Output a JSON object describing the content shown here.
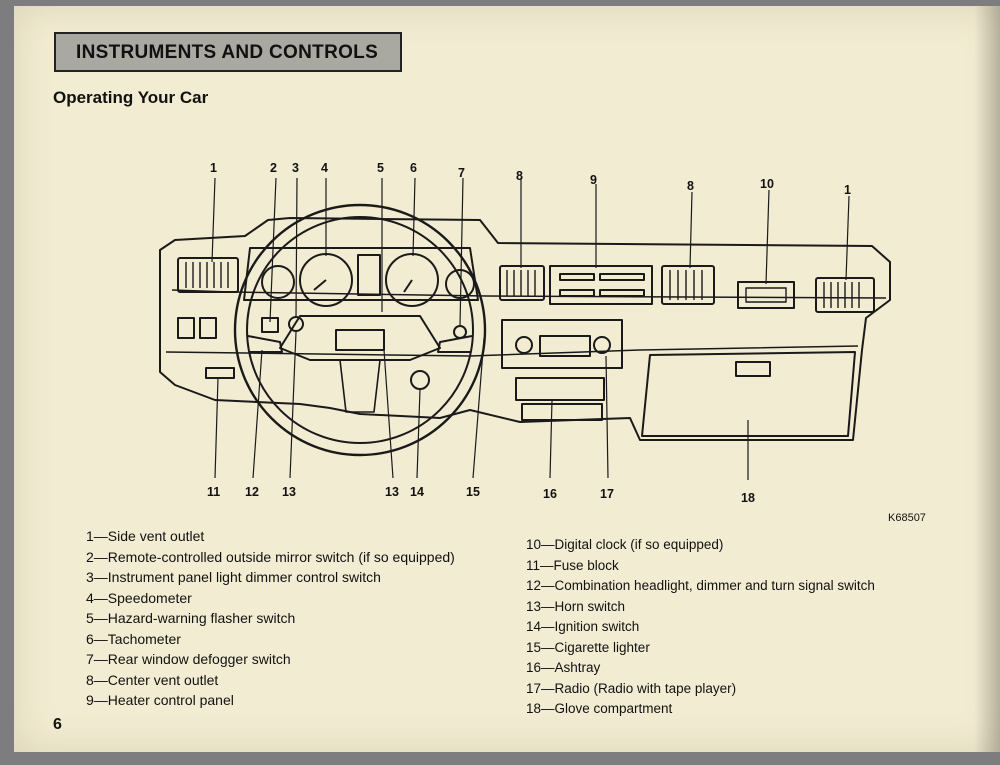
{
  "header": {
    "title": "INSTRUMENTS AND CONTROLS"
  },
  "section": {
    "title": "Operating Your Car"
  },
  "diagram": {
    "code": "K68507",
    "callouts": {
      "top": [
        "1",
        "2",
        "3",
        "4",
        "5",
        "6",
        "7",
        "8",
        "9",
        "8",
        "10",
        "1"
      ],
      "bottom": [
        "11",
        "12",
        "13",
        "13",
        "14",
        "15",
        "16",
        "17",
        "18"
      ]
    }
  },
  "legend_left": [
    "1—Side vent outlet",
    "2—Remote-controlled outside mirror switch (if so equipped)",
    "3—Instrument panel light dimmer control switch",
    "4—Speedometer",
    "5—Hazard-warning flasher switch",
    "6—Tachometer",
    "7—Rear window defogger switch",
    "8—Center vent outlet",
    "9—Heater control panel"
  ],
  "legend_right": [
    "10—Digital clock (if so equipped)",
    "11—Fuse block",
    "12—Combination headlight, dimmer and turn signal switch",
    "13—Horn switch",
    "14—Ignition switch",
    "15—Cigarette lighter",
    "16—Ashtray",
    "17—Radio (Radio with tape player)",
    "18—Glove compartment"
  ],
  "page_number": "6"
}
